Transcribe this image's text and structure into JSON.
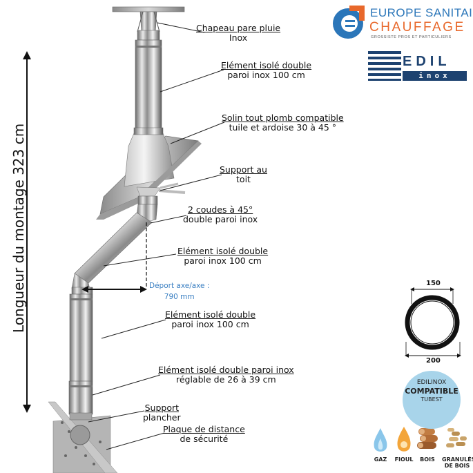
{
  "labels": {
    "chapeau": {
      "line1": "Chapeau pare pluie",
      "line2": "Inox"
    },
    "element1": {
      "line1": "Elément isolé double",
      "line2": "paroi inox 100 cm"
    },
    "solin": {
      "line1": "Solin tout plomb compatible",
      "line2": "tuile et ardoise 30 à 45 °"
    },
    "support_toit": {
      "line1": "Support au",
      "line2": "toit"
    },
    "coudes": {
      "line1": "2 coudes à 45°",
      "line2": "double paroi inox"
    },
    "element2": {
      "line1": "Elément isolé double",
      "line2": "paroi inox 100 cm"
    },
    "element3": {
      "line1": "Elément isolé double",
      "line2": "paroi inox 100 cm"
    },
    "element_reglable": {
      "line1": "Elément isolé double paroi inox",
      "line2": "réglable de 26 à 39 cm"
    },
    "support_plancher": {
      "line1": "Support",
      "line2": "plancher"
    },
    "plaque": {
      "line1": "Plaque de distance",
      "line2": "de sécurité"
    }
  },
  "longueur": "Longueur du montage  323 cm",
  "deport": {
    "line1": "Déport axe/axe :",
    "line2": "790 mm"
  },
  "logo_europe": {
    "line1": "EUROPE SANITAIRE",
    "line2": "CHAUFFAGE",
    "tagline": "GROSSISTE PROS ET PARTICULIERS"
  },
  "logo_edil": {
    "top": "EDIL",
    "bottom": "inox"
  },
  "diameters": {
    "inner": "150",
    "outer": "200"
  },
  "badge": {
    "line1": "EDILINOX",
    "line2": "COMPATIBLE",
    "line3": "TUBEST"
  },
  "fuels": [
    {
      "label": "GAZ",
      "icon": "gas-flame-icon"
    },
    {
      "label": "FIOUL",
      "icon": "oil-drop-icon"
    },
    {
      "label": "BOIS",
      "icon": "wood-logs-icon"
    },
    {
      "label": "GRANULÉS DE BOIS",
      "icon": "wood-pellets-icon"
    }
  ],
  "colors": {
    "accent_blue": "#2b76b9",
    "accent_orange": "#e8682b",
    "edil_navy": "#1d4270",
    "badge_blue": "#a8d4ea"
  }
}
